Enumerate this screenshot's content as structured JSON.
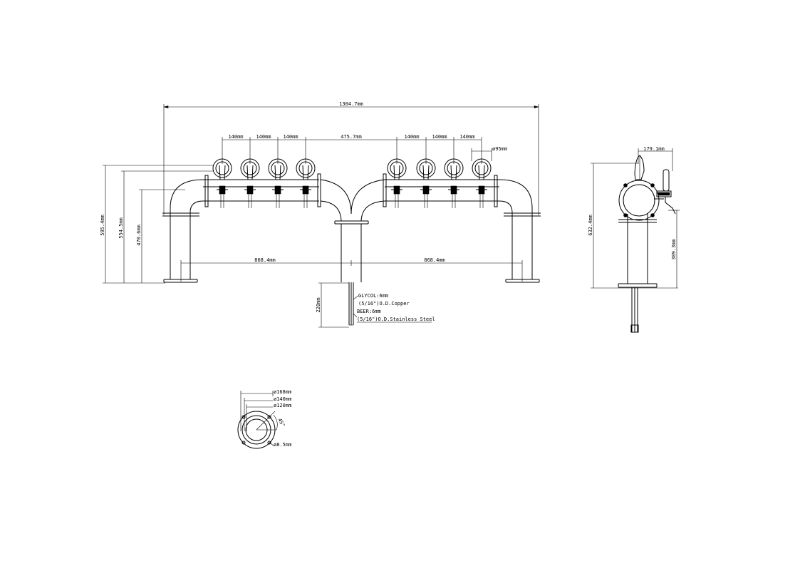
{
  "dimensions": {
    "overall_width": "1304.7mm",
    "tap_spacing": [
      "140mm",
      "140mm",
      "140mm",
      "475.7mm",
      "140mm",
      "140mm",
      "140mm"
    ],
    "medallion_diameter": "ø95mm",
    "height_1": "595.4mm",
    "height_2": "554.5mm",
    "height_3": "470.6mm",
    "base_left": "868.4mm",
    "base_right": "868.4mm",
    "shank_length": "220mm",
    "side_depth": "179.1mm",
    "side_height": "632.4mm",
    "side_tap_height": "389.3mm"
  },
  "notes": {
    "glycol": "GLYCOL:6mm",
    "glycol_spec": "(5/16\")O.D.Copper",
    "beer": "BEER:6mm",
    "beer_spec": "(5/16\")O.D.Stainless Steel"
  },
  "base_plate": {
    "outer": "ø168mm",
    "middle": "ø140mm",
    "inner": "ø120mm",
    "angle": "45°",
    "holes": "ø8.5mm"
  }
}
